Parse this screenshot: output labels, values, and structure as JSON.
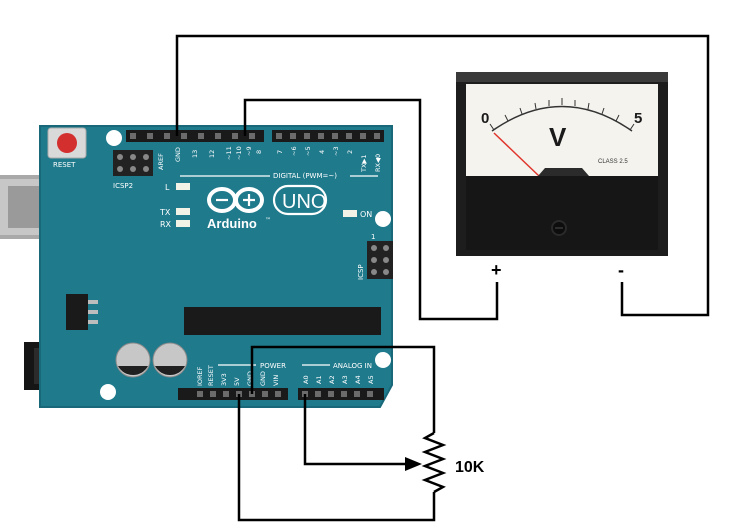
{
  "board": {
    "brand": "Arduino",
    "trademark": "™",
    "model": "UNO",
    "reset_label": "RESET",
    "icsp2_label": "ICSP2",
    "icsp_label": "ICSP",
    "icsp_one": "1",
    "led_l": "L",
    "led_tx": "TX",
    "led_rx": "RX",
    "on_label": "ON",
    "digital_label": "DIGITAL (PWM=~)",
    "power_label": "POWER",
    "analog_label": "ANALOG IN",
    "top_header_left_pins": [
      "AREF",
      "GND",
      "13",
      "12",
      "~11",
      "~10",
      "~9",
      "8"
    ],
    "top_header_right_pins": [
      "7",
      "~6",
      "~5",
      "4",
      "~3",
      "2",
      "TX▶1",
      "RX◀0"
    ],
    "power_pins": [
      "IOREF",
      "RESET",
      "3V3",
      "5V",
      "GND",
      "GND",
      "VIN"
    ],
    "analog_pins": [
      "A0",
      "A1",
      "A2",
      "A3",
      "A4",
      "A5"
    ]
  },
  "meter": {
    "scale_min": "0",
    "scale_max": "5",
    "unit": "V",
    "class_label": "CLASS 2.5",
    "plus_terminal": "+",
    "minus_terminal": "-"
  },
  "potentiometer": {
    "value_label": "10K"
  },
  "colors": {
    "board": "#1f7a8c",
    "board_edge": "#186879",
    "wire": "#000000",
    "needle": "#e0362c",
    "meter_face": "#f4f3ee",
    "meter_body": "#1d1d1d"
  }
}
